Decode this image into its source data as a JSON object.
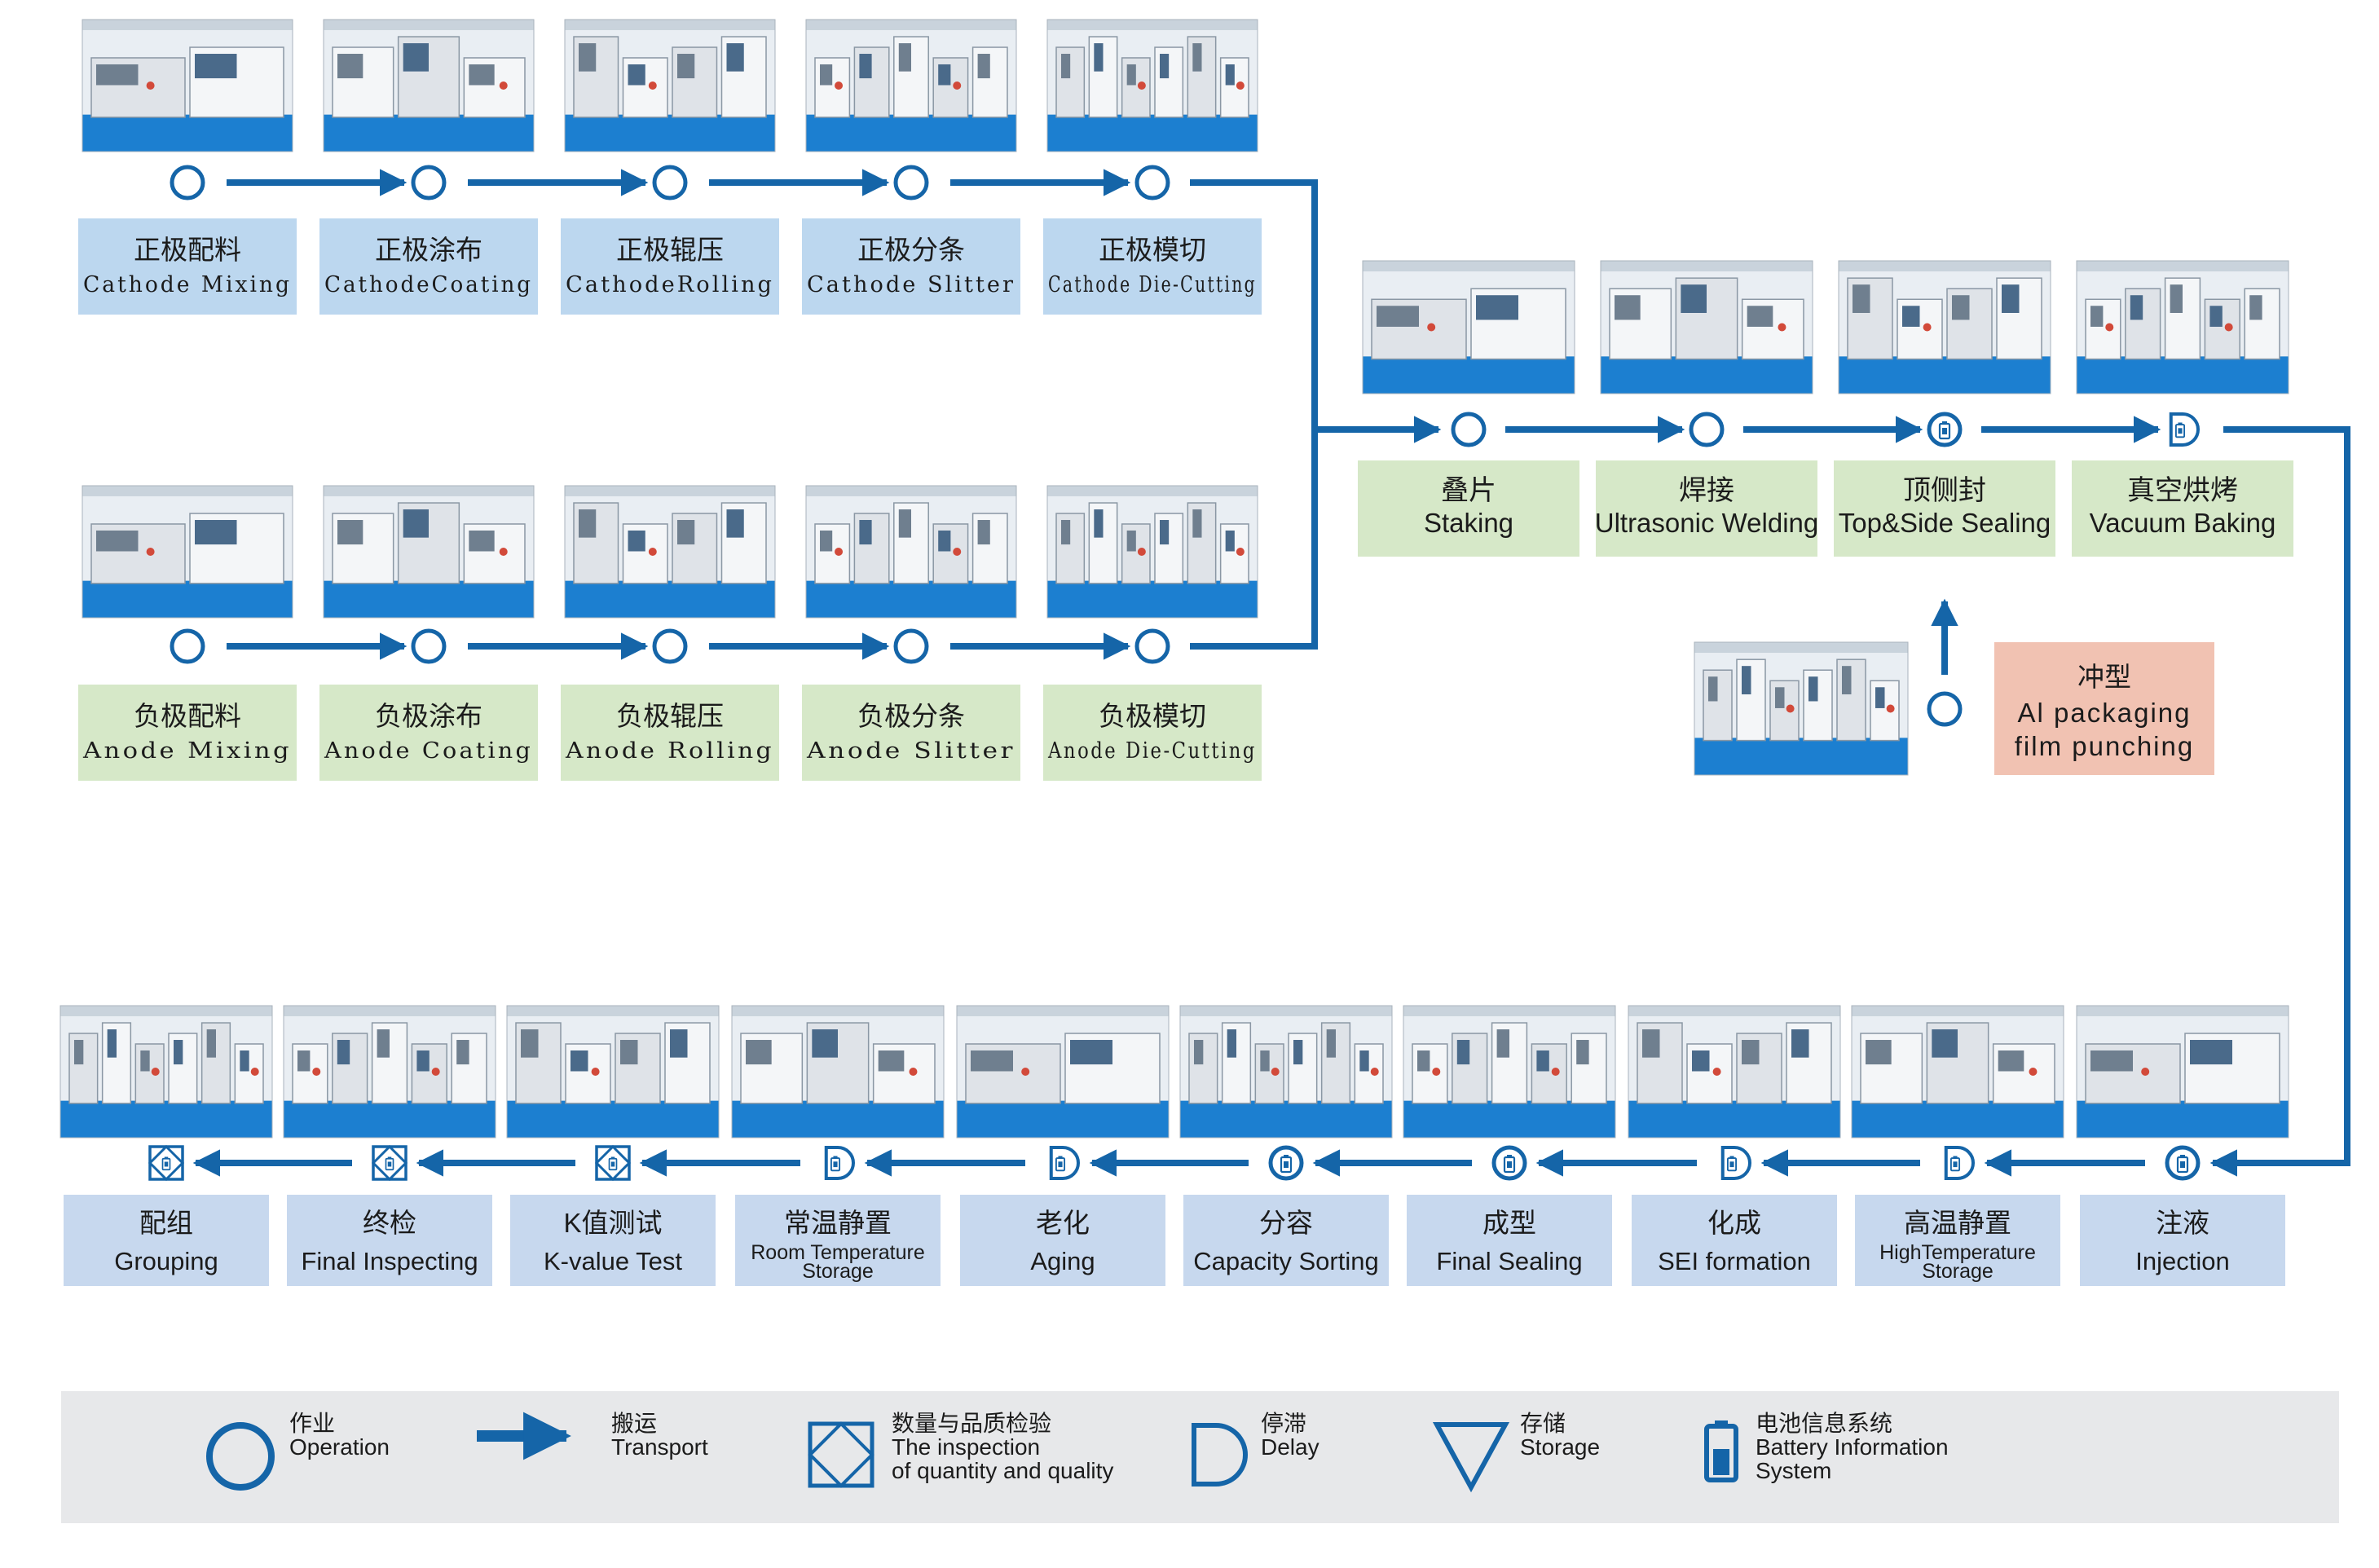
{
  "colors": {
    "flow_line": "#1565a8",
    "blue_box": "#bcd7ef",
    "green_box": "#d6e8c8",
    "pink_box": "#f1c2b2",
    "light_blue_box": "#c7d8ee",
    "legend_bg": "#e7e8ea",
    "text_dark": "#1b1b1b",
    "photo_wall": "#e9eef3",
    "photo_machine": "#dfe3e8",
    "photo_floor": "#1c7fd0"
  },
  "rows": {
    "cathode": [
      {
        "cn": "正极配料",
        "en": "Cathode Mixing",
        "symbol": "operation"
      },
      {
        "cn": "正极涂布",
        "en": "CathodeCoating",
        "symbol": "operation"
      },
      {
        "cn": "正极辊压",
        "en": "CathodeRolling",
        "symbol": "operation"
      },
      {
        "cn": "正极分条",
        "en": "Cathode Slitter",
        "symbol": "operation"
      },
      {
        "cn": "正极模切",
        "en": "Cathode Die-Cutting",
        "symbol": "operation"
      }
    ],
    "anode": [
      {
        "cn": "负极配料",
        "en": "Anode Mixing",
        "symbol": "operation"
      },
      {
        "cn": "负极涂布",
        "en": "Anode Coating",
        "symbol": "operation"
      },
      {
        "cn": "负极辊压",
        "en": "Anode Rolling",
        "symbol": "operation"
      },
      {
        "cn": "负极分条",
        "en": "Anode Slitter",
        "symbol": "operation"
      },
      {
        "cn": "负极模切",
        "en": "Anode Die-Cutting",
        "symbol": "operation"
      }
    ],
    "assembly": [
      {
        "cn": "叠片",
        "en": "Staking",
        "symbol": "operation"
      },
      {
        "cn": "焊接",
        "en": "Ultrasonic Welding",
        "symbol": "operation"
      },
      {
        "cn": "顶侧封",
        "en": "Top&Side Sealing",
        "symbol": "battery-operation"
      },
      {
        "cn": "真空烘烤",
        "en": "Vacuum Baking",
        "symbol": "delay-battery"
      }
    ],
    "punching": {
      "cn": "冲型",
      "en_line1": "Al packaging",
      "en_line2": "film punching",
      "symbol": "operation"
    },
    "final": [
      {
        "cn": "注液",
        "en": "Injection",
        "symbol": "battery-operation"
      },
      {
        "cn": "高温静置",
        "en_line1": "HighTemperature",
        "en_line2": "Storage",
        "symbol": "delay-battery"
      },
      {
        "cn": "化成",
        "en": "SEI formation",
        "symbol": "delay-battery"
      },
      {
        "cn": "成型",
        "en": "Final Sealing",
        "symbol": "battery-operation"
      },
      {
        "cn": "分容",
        "en": "Capacity Sorting",
        "symbol": "battery-operation"
      },
      {
        "cn": "老化",
        "en": "Aging",
        "symbol": "delay-battery"
      },
      {
        "cn": "常温静置",
        "en_line1": "Room Temperature",
        "en_line2": "Storage",
        "symbol": "delay-battery"
      },
      {
        "cn": "K值测试",
        "en": "K-value Test",
        "symbol": "inspection-battery"
      },
      {
        "cn": "终检",
        "en": "Final Inspecting",
        "symbol": "inspection-battery"
      },
      {
        "cn": "配组",
        "en": "Grouping",
        "symbol": "inspection-battery"
      }
    ]
  },
  "legend": [
    {
      "icon": "operation-circle-icon",
      "cn": "作业",
      "en_lines": [
        "Operation"
      ]
    },
    {
      "icon": "transport-arrow-icon",
      "cn": "搬运",
      "en_lines": [
        "Transport"
      ]
    },
    {
      "icon": "inspection-diamond-icon",
      "cn": "数量与品质检验",
      "en_lines": [
        "The inspection",
        "of quantity and quality"
      ]
    },
    {
      "icon": "delay-d-icon",
      "cn": "停滞",
      "en_lines": [
        "Delay"
      ]
    },
    {
      "icon": "storage-triangle-icon",
      "cn": "存储",
      "en_lines": [
        "Storage"
      ]
    },
    {
      "icon": "battery-icon",
      "cn": "电池信息系统",
      "en_lines": [
        "Battery Information",
        "System"
      ]
    }
  ]
}
